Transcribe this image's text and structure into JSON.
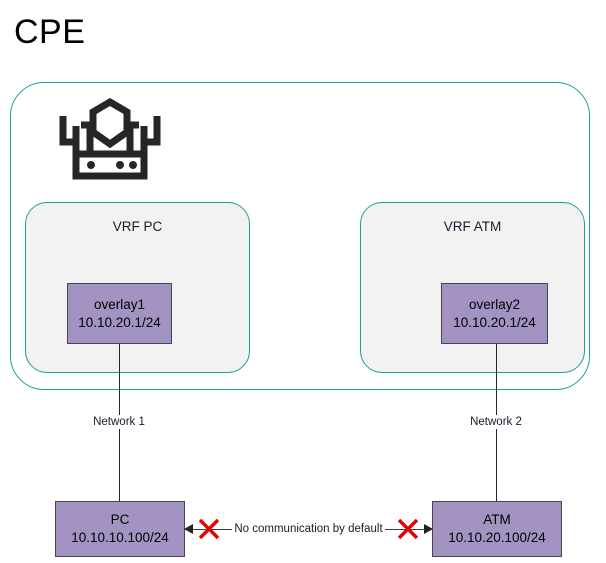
{
  "title": "CPE",
  "colors": {
    "boundary": "#1f9e96",
    "vrf_fill": "#f2f2f2",
    "node_fill": "#a293c3",
    "node_border": "#46464f",
    "x_mark": "#e60000",
    "line": "#262626",
    "text": "#1a1a2e"
  },
  "device": {
    "icon": "router-firewall-shield-icon",
    "label": "CPE"
  },
  "vrfs": [
    {
      "name": "VRF PC",
      "interface": {
        "name": "overlay1",
        "address": "10.10.20.1/24"
      }
    },
    {
      "name": "VRF ATM",
      "interface": {
        "name": "overlay2",
        "address": "10.10.20.1/24"
      }
    }
  ],
  "networks": [
    {
      "label": "Network 1"
    },
    {
      "label": "Network 2"
    }
  ],
  "hosts": [
    {
      "name": "PC",
      "address": "10.10.10.100/24"
    },
    {
      "name": "ATM",
      "address": "10.10.20.100/24"
    }
  ],
  "isolation": {
    "label": "No communication by default",
    "marker": "red-x-icon"
  }
}
